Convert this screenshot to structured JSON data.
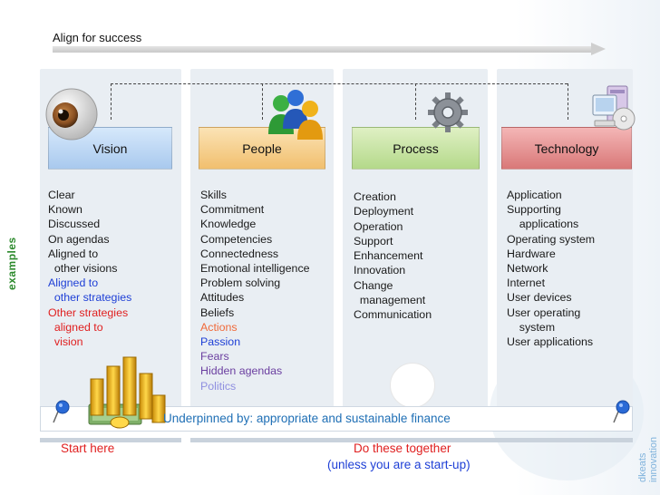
{
  "headline": "Align for success",
  "side_label": "examples",
  "credit": "dkeats innovation",
  "columns": [
    {
      "header": "Vision",
      "items": [
        {
          "t": "Clear",
          "c": "black"
        },
        {
          "t": "Known",
          "c": "black"
        },
        {
          "t": "Discussed",
          "c": "black"
        },
        {
          "t": "On agendas",
          "c": "black"
        },
        {
          "t": "Aligned to",
          "c": "black"
        },
        {
          "t": "  other visions",
          "c": "black"
        },
        {
          "t": "Aligned to",
          "c": "blue"
        },
        {
          "t": "  other strategies",
          "c": "blue"
        },
        {
          "t": "Other strategies",
          "c": "red"
        },
        {
          "t": "  aligned to",
          "c": "red"
        },
        {
          "t": "  vision",
          "c": "red"
        }
      ]
    },
    {
      "header": "People",
      "items": [
        {
          "t": "Skills",
          "c": "black"
        },
        {
          "t": "Commitment",
          "c": "black"
        },
        {
          "t": "Knowledge",
          "c": "black"
        },
        {
          "t": "Competencies",
          "c": "black"
        },
        {
          "t": "Connectedness",
          "c": "black"
        },
        {
          "t": "Emotional intelligence",
          "c": "black"
        },
        {
          "t": "Problem solving",
          "c": "black"
        },
        {
          "t": "Attitudes",
          "c": "black"
        },
        {
          "t": "Beliefs",
          "c": "black"
        },
        {
          "t": "Actions",
          "c": "orange"
        },
        {
          "t": "Passion",
          "c": "blue"
        },
        {
          "t": "Fears",
          "c": "purple"
        },
        {
          "t": "Hidden agendas",
          "c": "purple"
        },
        {
          "t": "Politics",
          "c": "lav"
        }
      ]
    },
    {
      "header": "Process",
      "items": [
        {
          "t": "Creation",
          "c": "black"
        },
        {
          "t": "Deployment",
          "c": "black"
        },
        {
          "t": "Operation",
          "c": "black"
        },
        {
          "t": "Support",
          "c": "black"
        },
        {
          "t": "Enhancement",
          "c": "black"
        },
        {
          "t": "Innovation",
          "c": "black"
        },
        {
          "t": "Change",
          "c": "black"
        },
        {
          "t": "  management",
          "c": "black"
        },
        {
          "t": "Communication",
          "c": "black"
        }
      ]
    },
    {
      "header": "Technology",
      "items": [
        {
          "t": "Application",
          "c": "black"
        },
        {
          "t": "Supporting",
          "c": "black"
        },
        {
          "t": "    applications",
          "c": "black"
        },
        {
          "t": "Operating system",
          "c": "black"
        },
        {
          "t": "Hardware",
          "c": "black"
        },
        {
          "t": "Network",
          "c": "black"
        },
        {
          "t": "Internet",
          "c": "black"
        },
        {
          "t": "User devices",
          "c": "black"
        },
        {
          "t": "User operating",
          "c": "black"
        },
        {
          "t": "    system",
          "c": "black"
        },
        {
          "t": "User applications",
          "c": "black"
        }
      ]
    }
  ],
  "finance": "Underpinned by: appropriate and sustainable finance",
  "bottom": {
    "start": "Start here",
    "together": "Do these together",
    "startup": "(unless you are a start-up)"
  },
  "icons": [
    "eye-icon",
    "people-icon",
    "gear-icon",
    "technology-icon",
    "gold-coins-icon",
    "pushpin-icon",
    "light-bulb-icon"
  ]
}
